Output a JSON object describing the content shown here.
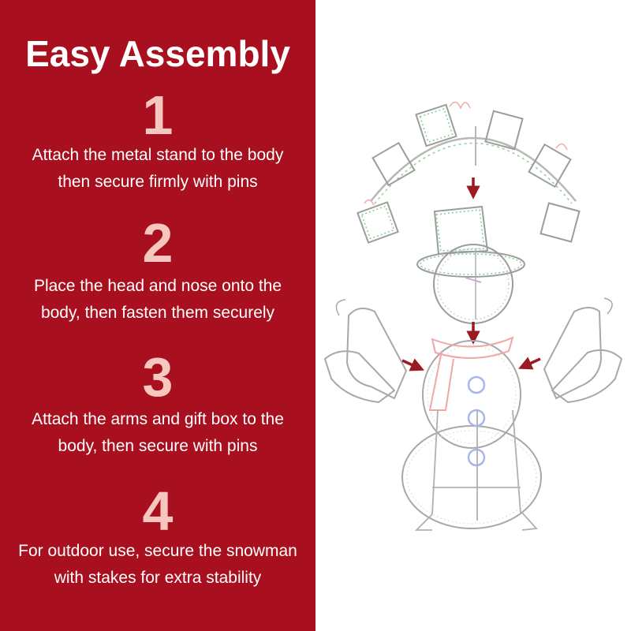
{
  "title": "Easy Assembly",
  "steps": [
    {
      "number": "1",
      "line1": "Attach the metal stand to the body",
      "line2": "then secure firmly with pins"
    },
    {
      "number": "2",
      "line1": "Place the head and nose onto the",
      "line2": "body, then fasten them securely"
    },
    {
      "number": "3",
      "line1": "Attach the arms and gift box to the",
      "line2": "body, then secure with pins"
    },
    {
      "number": "4",
      "line1": "For outdoor use, secure the snowman",
      "line2": "with stakes for extra stability"
    }
  ],
  "colors": {
    "panel": "#a8101f",
    "number": "#f6c7bf",
    "text": "#ffffff",
    "arrow": "#9b1b22"
  }
}
